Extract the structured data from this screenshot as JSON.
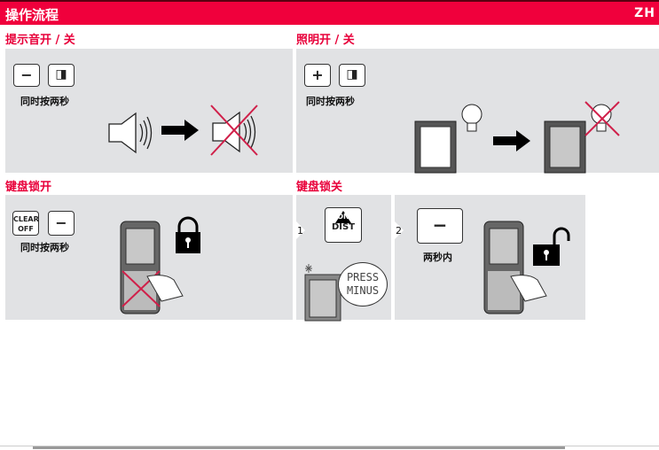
{
  "header": {
    "title": "操作流程",
    "lang": "ZH"
  },
  "sections": [
    {
      "title": "提示音开 / 关",
      "keys": [
        "−",
        "◨"
      ],
      "caption": "同时按两秒"
    },
    {
      "title": "照明开 / 关",
      "keys": [
        "+",
        "◨"
      ],
      "caption": "同时按两秒"
    },
    {
      "title": "键盘锁开",
      "keys": [
        "CLEAR OFF",
        "−"
      ],
      "caption": "同时按两秒"
    },
    {
      "title": "键盘锁关",
      "step1": {
        "number": "1",
        "key_top": "ON",
        "key_bottom": "DIST",
        "bubble_line1": "PRESS",
        "bubble_line2": "MINUS"
      },
      "step2": {
        "number": "2",
        "key": "−",
        "caption": "两秒内"
      }
    }
  ],
  "colors": {
    "accent": "#f0003c",
    "panel": "#e1e2e4",
    "cross": "#d0204a"
  }
}
